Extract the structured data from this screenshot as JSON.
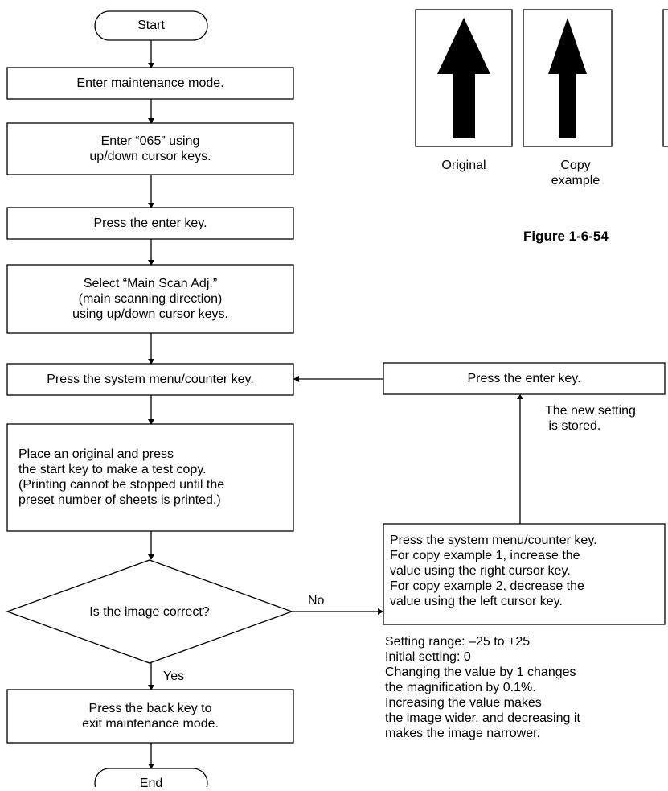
{
  "flow": {
    "start": "Start",
    "step1": "Enter maintenance mode.",
    "step2": "Enter “065” using\nup/down cursor keys.",
    "step3": "Press the enter key.",
    "step4": "Select “Main Scan Adj.”\n(main scanning direction)\nusing up/down cursor keys.",
    "step5": "Press the system menu/counter key.",
    "step6": "Place an original and press\nthe start key to make a test copy.\n(Printing cannot be stopped until the\npreset number of sheets is printed.)",
    "decision": "Is the image correct?",
    "no_label": "No",
    "yes_label": "Yes",
    "step7": "Press the back key to\nexit maintenance mode.",
    "end": "End"
  },
  "side": {
    "enter_key_box": "Press the enter key.",
    "stored_note": "The new setting\n is stored.",
    "adjust_box": "Press the system menu/counter key.\nFor copy example 1, increase the\nvalue using the right cursor key.\nFor copy example 2, decrease the\nvalue using the left cursor key.",
    "settings_note": "Setting range: –25 to +25\nInitial setting: 0\nChanging the value by 1 changes\nthe magnification by 0.1%.\nIncreasing the value makes\nthe image wider, and decreasing it\nmakes the image narrower."
  },
  "figure": {
    "label_original": "Original",
    "label_copy": "Copy\nexample",
    "caption": "Figure 1-6-54"
  }
}
